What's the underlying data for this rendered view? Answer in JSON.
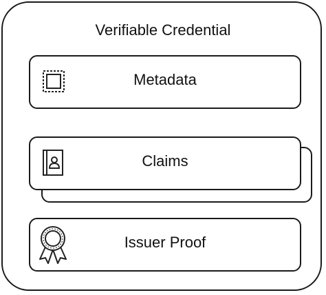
{
  "diagram": {
    "title": "Verifiable Credential",
    "sections": [
      {
        "label": "Metadata",
        "icon": "stamp-icon"
      },
      {
        "label": "Claims",
        "icon": "contact-book-icon"
      },
      {
        "label": "Issuer Proof",
        "icon": "award-ribbon-icon"
      }
    ]
  }
}
